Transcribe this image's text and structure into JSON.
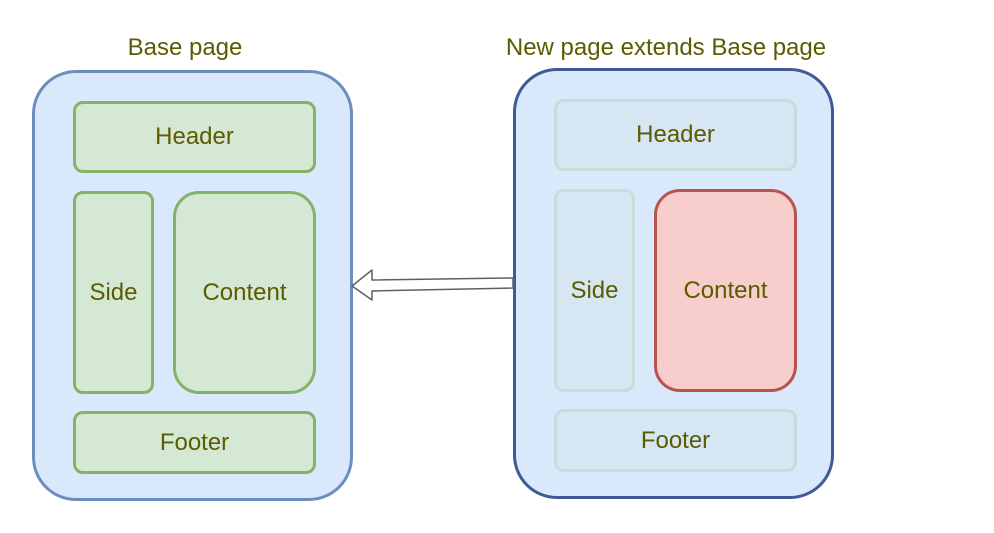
{
  "base_page": {
    "title": "Base page",
    "header": "Header",
    "side": "Side",
    "content": "Content",
    "footer": "Footer"
  },
  "new_page": {
    "title": "New page extends Base page",
    "header": "Header",
    "side": "Side",
    "content": "Content",
    "footer": "Footer"
  },
  "colors": {
    "text": "#5b5b00",
    "page_fill": "#dae8fc",
    "base_page_border": "#6c8ebf",
    "new_page_border": "#3f5a96",
    "green_fill": "#d5e8d4",
    "green_border": "#82b366",
    "red_fill": "#f8cecc",
    "red_border": "#b85450"
  }
}
